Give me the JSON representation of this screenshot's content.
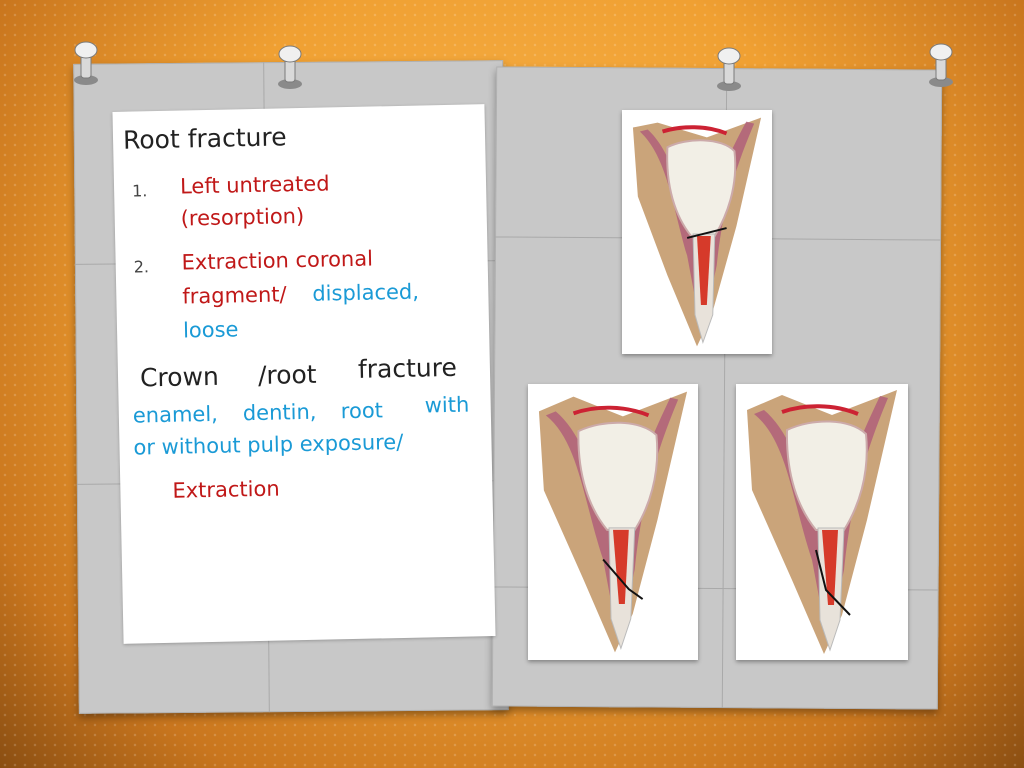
{
  "note": {
    "title": "Root fracture",
    "items": [
      {
        "number": "1.",
        "lines": [
          "Left untreated",
          "(resorption)"
        ]
      },
      {
        "number": "2.",
        "lines": [
          "Extraction coronal",
          "fragment/"
        ],
        "blue_after": "displaced,",
        "blue_line": "loose"
      }
    ],
    "crown": {
      "w1": "Crown",
      "w2": "/root",
      "w3": "fracture"
    },
    "crown_desc": {
      "w1": "enamel,",
      "w2": "dentin,",
      "w3": "root",
      "w4": "with",
      "line2": "or without pulp exposure/"
    },
    "extraction": "Extraction"
  },
  "photos": [
    {
      "label": "tooth-root-fracture-illustration"
    },
    {
      "label": "tooth-crown-root-fracture-illustration"
    },
    {
      "label": "tooth-crown-root-fracture-illustration"
    }
  ],
  "colors": {
    "red": "#c01818",
    "blue": "#1a9ad6",
    "background": "#f0a032",
    "board": "#c8c8c8"
  }
}
